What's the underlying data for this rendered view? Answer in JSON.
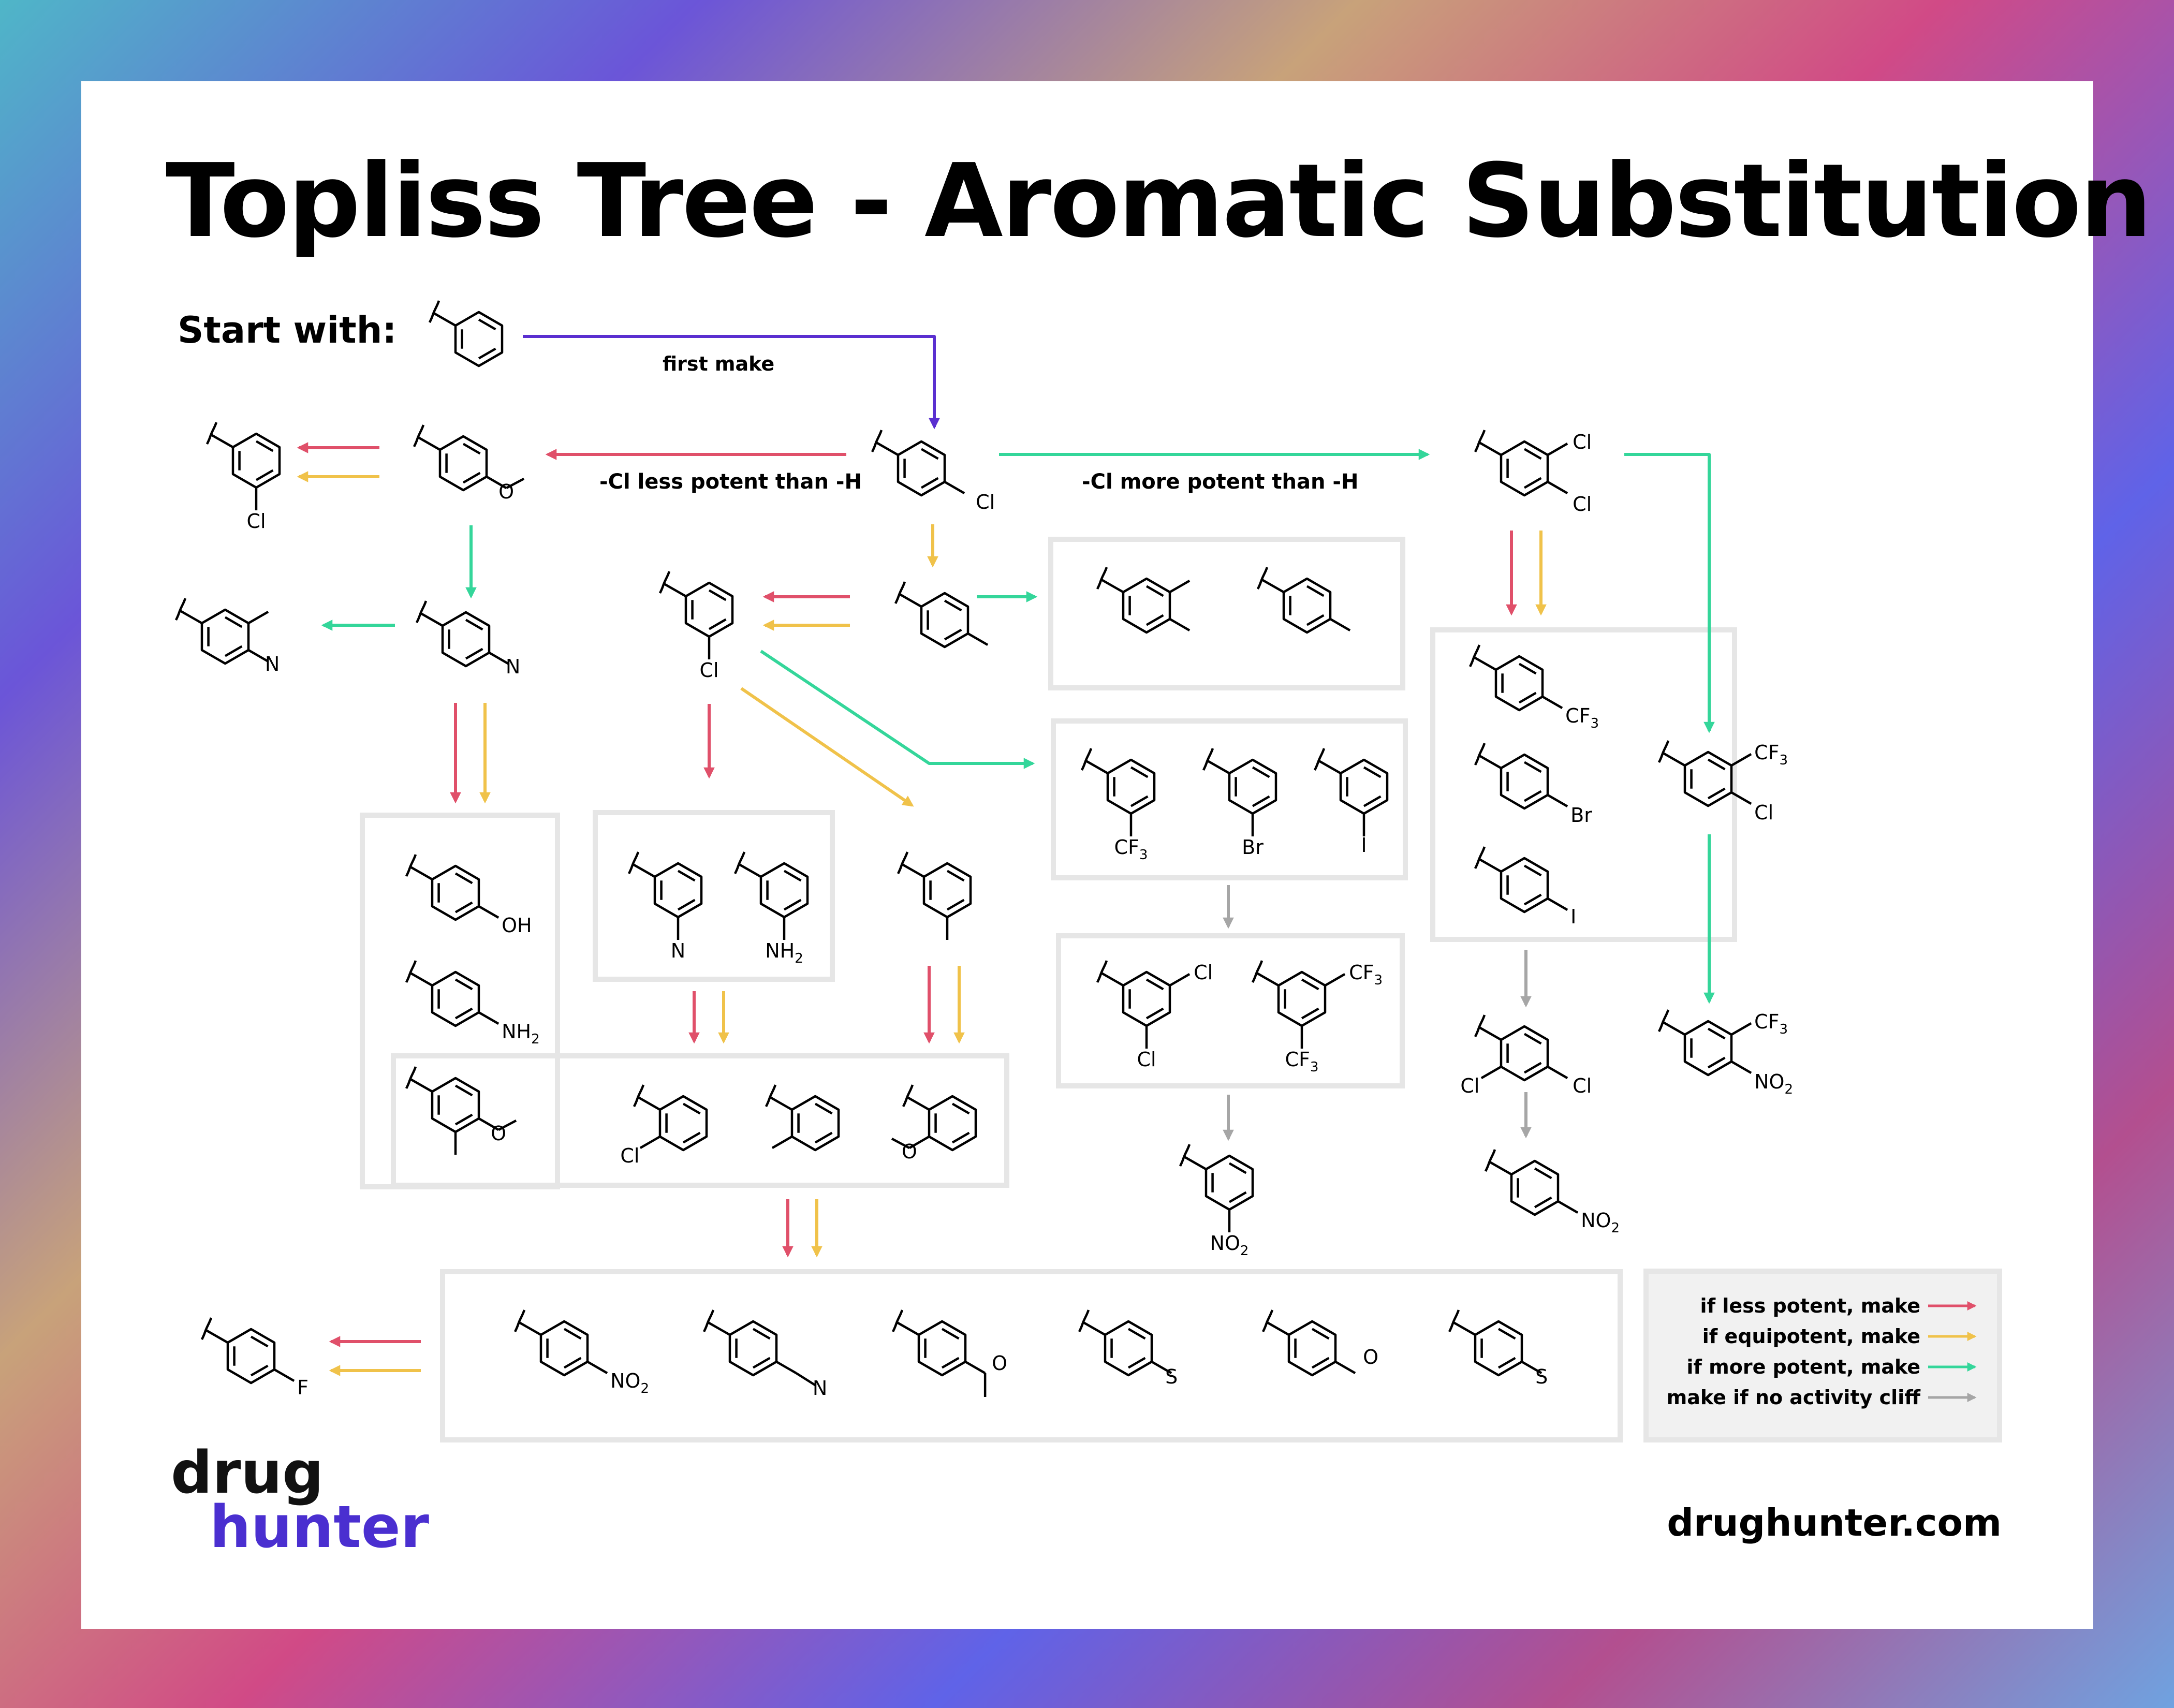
{
  "title": "Topliss Tree - Aromatic Substitution",
  "start_label": "Start with:",
  "edge_labels": {
    "first_make": "first make",
    "cl_less": "-Cl less potent than -H",
    "cl_more": "-Cl more potent than -H"
  },
  "substituents": {
    "cl": "Cl",
    "och3": "OCH3",
    "n_me2": "N",
    "oh": "OH",
    "nh2_a": "NH",
    "nh2_sub": "2",
    "cf3_main": "CF",
    "cf3_sub": "3",
    "br": "Br",
    "i": "I",
    "no2_main": "NO",
    "no2_sub": "2",
    "o": "O",
    "s": "S",
    "n": "N",
    "f": "F"
  },
  "legend": {
    "items": [
      {
        "label": "if less potent, make",
        "color": "#e0506a"
      },
      {
        "label": "if equipotent, make",
        "color": "#f0c24a"
      },
      {
        "label": "if more potent, make",
        "color": "#34d69a"
      },
      {
        "label": "make if no activity cliff",
        "color": "#a6a6a6"
      }
    ]
  },
  "colors": {
    "less": "#e0506a",
    "equi": "#f0c24a",
    "more": "#34d69a",
    "cliff": "#a6a6a6",
    "start": "#5a2fd0",
    "box": "#e6e6e6"
  },
  "logo": {
    "line1": "drug",
    "line2": "hunter"
  },
  "website": "drughunter.com"
}
